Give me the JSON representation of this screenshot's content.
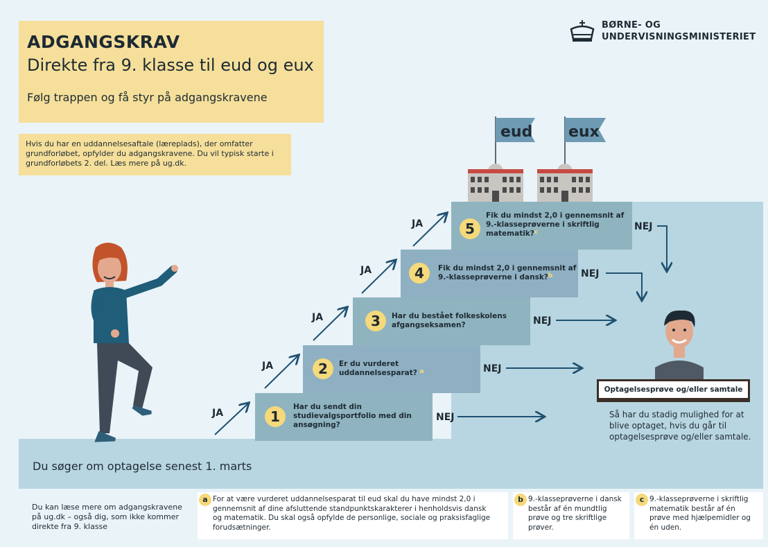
{
  "header": {
    "title": "ADGANGSKRAV",
    "subtitle": "Direkte fra 9. klasse til eud og eux",
    "tagline": "Følg trappen og få styr på adgangskravene"
  },
  "note": "Hvis du har en uddannelsesaftale (læreplads), der omfatter grundforløbet, opfylder du adgangskravene. Du vil typisk starte i grundforløbets 2. del. Læs mere på ug.dk.",
  "logo": {
    "line1": "BØRNE- OG",
    "line2": "UNDERVISNINGSMINISTERIET",
    "icon": "crown-icon"
  },
  "floor_text": "Du søger om optagelse senest 1. marts",
  "yes_label": "JA",
  "no_label": "NEJ",
  "steps": [
    {
      "num": "1",
      "question": "Har du sendt din studievalgsportfolio med din ansøgning?",
      "note": ""
    },
    {
      "num": "2",
      "question": "Er du vurderet uddannelsesparat?",
      "note": "a"
    },
    {
      "num": "3",
      "question": "Har du bestået folkeskolens afgangseksamen?",
      "note": ""
    },
    {
      "num": "4",
      "question": "Fik du mindst 2,0 i gennemsnit af 9.-klasseprøverne i dansk?",
      "note": "b"
    },
    {
      "num": "5",
      "question": "Fik du mindst 2,0 i gennemsnit af 9.-klasseprøverne i skriftlig matematik?",
      "note": "c"
    }
  ],
  "flags": [
    "eud",
    "eux"
  ],
  "result": {
    "label": "Optagelsesprøve og/eller samtale",
    "text": "Så har du stadig mulighed for at blive optaget, hvis du går til optagelsesprøve og/eller samtale."
  },
  "footer": {
    "main": "Du kan læse mere om adgangskravene på ug.dk – også dig, som ikke kommer direkte fra 9. klasse",
    "notes": [
      {
        "badge": "a",
        "text": "For at være vurderet uddannelsesparat til eud skal du have mindst 2,0 i gennemsnit af dine afsluttende standpunktskarakterer i henholdsvis dansk og matematik. Du skal også opfylde de personlige, sociale og praksisfaglige forudsætninger."
      },
      {
        "badge": "b",
        "text": "9.-klasseprøverne i dansk består af én mundtlig prøve og tre skriftlige prøver."
      },
      {
        "badge": "c",
        "text": "9.-klasseprøverne i skriftlig matematik består af én prøve med hjælpemidler og én uden."
      }
    ]
  },
  "colors": {
    "yellow": "#f5df9a",
    "step1": "#8fb4c0",
    "step2": "#8fb0c2",
    "step3": "#8fb4c0",
    "step4": "#8fb0c2",
    "step5": "#8fb4c0",
    "arrow": "#1f5170"
  }
}
